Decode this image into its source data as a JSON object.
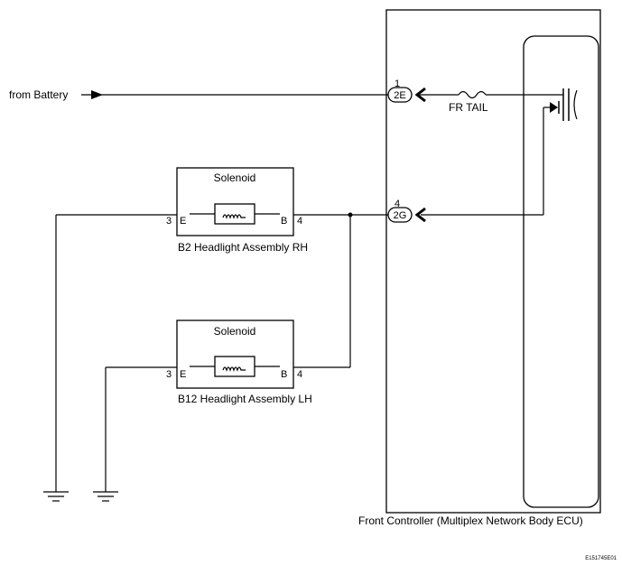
{
  "battery_label": "from Battery",
  "fuse_label": "FR TAIL",
  "ecu_label": "Front Controller (Multiplex Network Body ECU)",
  "ref_code": "E151745E01",
  "connectors": [
    {
      "pin": "1",
      "code": "2E"
    },
    {
      "pin": "4",
      "code": "2G"
    }
  ],
  "rh": {
    "component": "Solenoid",
    "assembly": "B2 Headlight Assembly RH",
    "pin_e": "3",
    "e_label": "E",
    "b_label": "B",
    "pin_b": "4"
  },
  "lh": {
    "component": "Solenoid",
    "assembly": "B12 Headlight Assembly LH",
    "pin_e": "3",
    "e_label": "E",
    "b_label": "B",
    "pin_b": "4"
  }
}
